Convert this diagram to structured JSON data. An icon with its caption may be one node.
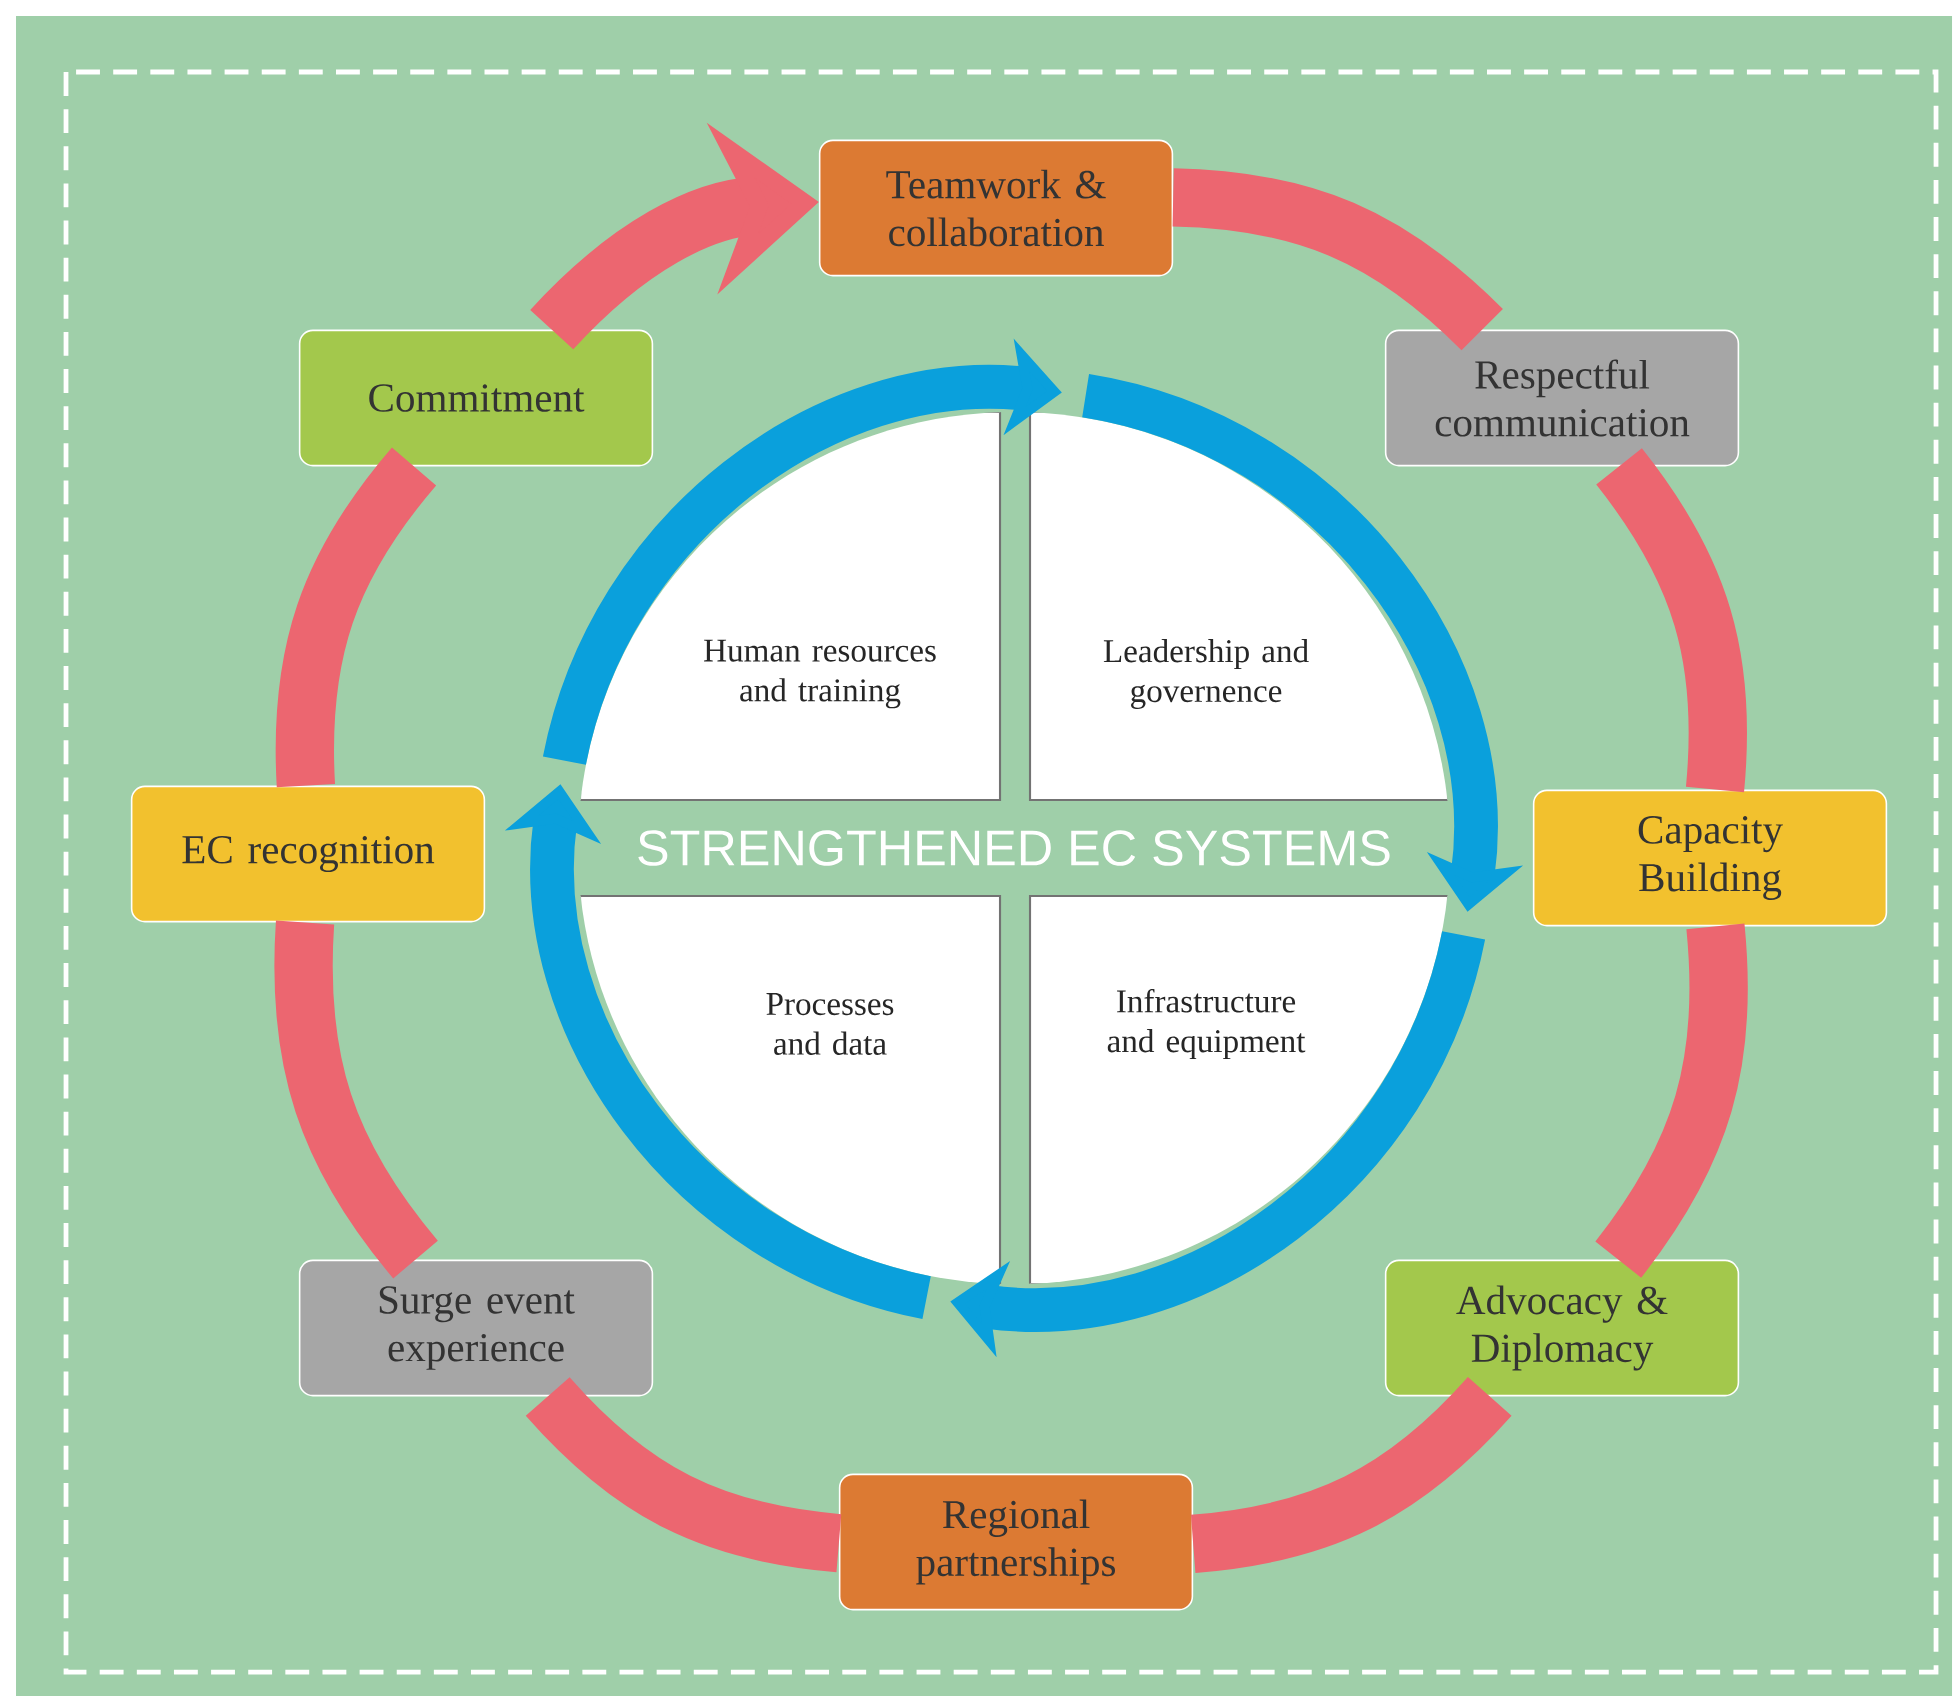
{
  "diagram": {
    "nodes": [
      {
        "text": [
          "Teamwork & collaboration"
        ]
      },
      {
        "text": [
          "Respectful communication"
        ]
      },
      {
        "text": [
          "Capacity Building"
        ]
      },
      {
        "text": [
          "Advocacy & Diplomacy"
        ]
      },
      {
        "text": [
          "Regional partnerships"
        ]
      },
      {
        "text": [
          "Surge event experience"
        ]
      },
      {
        "text": [
          "EC recognition"
        ]
      },
      {
        "text": [
          "Commitment"
        ]
      },
      {
        "text": [
          "Human resources and training"
        ]
      },
      {
        "text": [
          "Leadership and governence"
        ]
      },
      {
        "text": [
          "Processes and data"
        ]
      },
      {
        "text": [
          "Infrastructure and equipment"
        ]
      }
    ],
    "edges": [
      {
        "from": 0,
        "to": 1,
        "arrow": "none"
      },
      {
        "from": 1,
        "to": 2,
        "arrow": "none"
      },
      {
        "from": 2,
        "to": 3,
        "arrow": "none"
      },
      {
        "from": 3,
        "to": 4,
        "arrow": "none"
      },
      {
        "from": 4,
        "to": 5,
        "arrow": "none"
      },
      {
        "from": 5,
        "to": 6,
        "arrow": "none"
      },
      {
        "from": 6,
        "to": 7,
        "arrow": "none"
      },
      {
        "from": 7,
        "to": 0,
        "arrow": "to"
      },
      {
        "from": 8,
        "to": 9,
        "arrow": "to",
        "color": "#0aa0dc"
      },
      {
        "from": 9,
        "to": 11,
        "arrow": "to",
        "color": "#0aa0dc"
      },
      {
        "from": 11,
        "to": 10,
        "arrow": "to",
        "color": "#0aa0dc"
      },
      {
        "from": 10,
        "to": 8,
        "arrow": "to",
        "color": "#0aa0dc"
      }
    ],
    "labels": [
      "STRENGTHENED EC SYSTEMS"
    ]
  }
}
